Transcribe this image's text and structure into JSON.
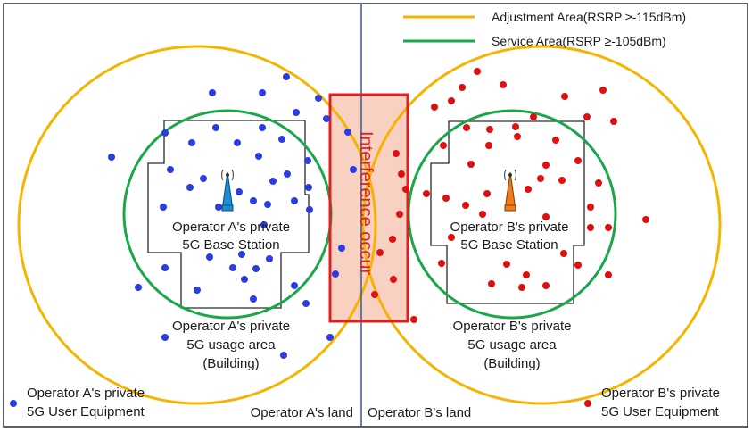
{
  "legend": {
    "adjustment": "Adjustment Area(RSRP ≥-115dBm)",
    "service": "Service Area(RSRP ≥-105dBm)"
  },
  "interference": "Interference occur",
  "operator_a": {
    "bs_line1": "Operator A's private",
    "bs_line2": "5G Base Station",
    "area_line1": "Operator A's private",
    "area_line2": "5G usage area",
    "area_line3": "(Building)",
    "ue_line1": "Operator A's private",
    "ue_line2": "5G User Equipment",
    "land": "Operator A's land"
  },
  "operator_b": {
    "bs_line1": "Operator B's private",
    "bs_line2": "5G Base Station",
    "area_line1": "Operator B's private",
    "area_line2": "5G usage area",
    "area_line3": "(Building)",
    "ue_line1": "Operator B's private",
    "ue_line2": "5G User Equipment",
    "land": "Operator B's land"
  },
  "colors": {
    "adjustment_ring": "#f5b400",
    "service_ring": "#1aa64a",
    "interference_border": "#e02020",
    "interference_fill": "#f8c0b0",
    "ue_a": "#2b3de0",
    "ue_b": "#e01010",
    "bs_a": "#1a8fd8",
    "bs_b": "#f07d1a",
    "land_divider": "#3a5a8a"
  },
  "icons": {
    "bs_a": "antenna-icon",
    "bs_b": "antenna-icon"
  }
}
